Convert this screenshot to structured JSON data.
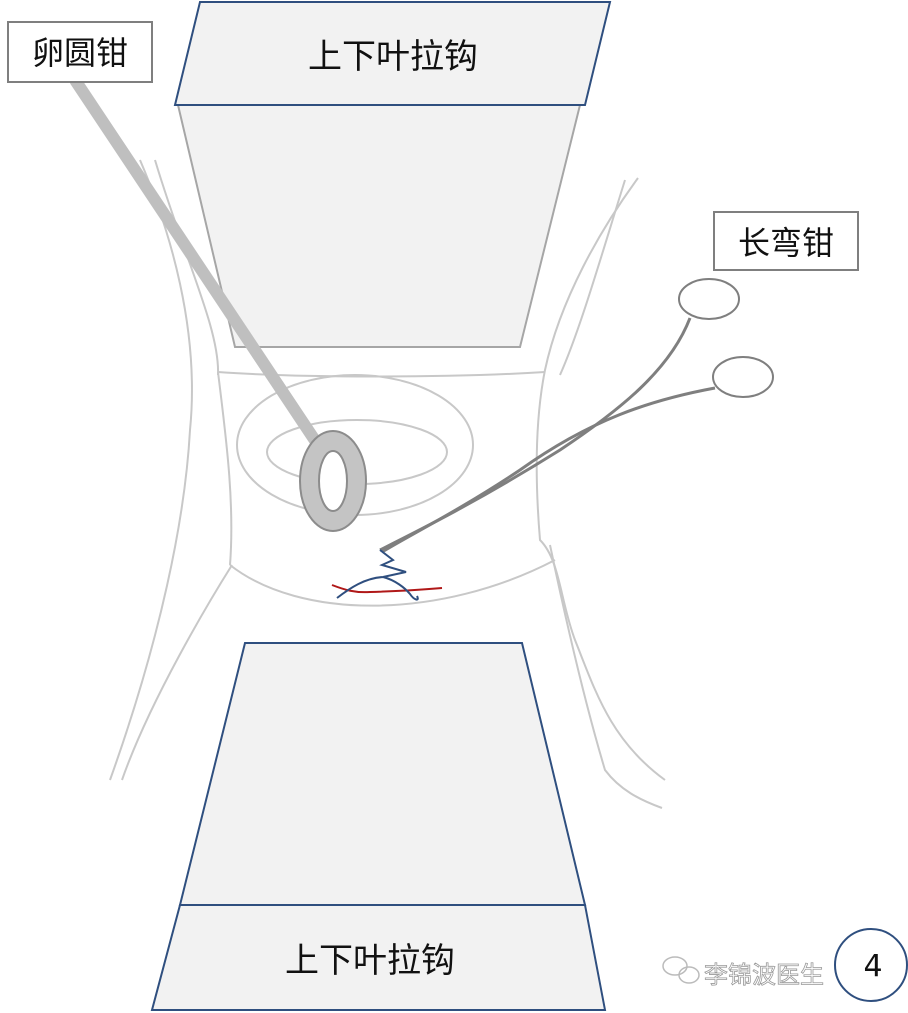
{
  "labels": {
    "top_retractor": "上下叶拉钩",
    "bottom_retractor": "上下叶拉钩",
    "sponge_forceps": "卵圆钳",
    "long_curved_forceps": "长弯钳"
  },
  "page_number": "4",
  "watermark": "李锦波医生",
  "colors": {
    "retractor_stroke": "#2f4f7f",
    "retractor_fill": "#f2f2f2",
    "tissue_outline": "#c8c8c8",
    "forceps_gray": "#bfbfbf",
    "suture_blue": "#2f4f7f",
    "incision_red": "#b01818"
  }
}
